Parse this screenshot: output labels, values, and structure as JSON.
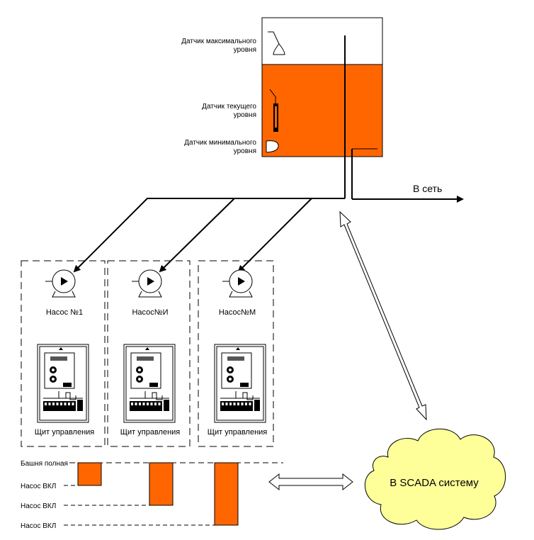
{
  "colors": {
    "water": "#ff6600",
    "stroke": "#000000",
    "cloud_fill": "#ffff99"
  },
  "tank": {
    "sensor_max": [
      "Датчик максимального",
      "уровня"
    ],
    "sensor_current": [
      "Датчик текущего",
      "уровня"
    ],
    "sensor_min": [
      "Датчик минимального",
      "уровня"
    ]
  },
  "outlet_label": "В сеть",
  "pumps": [
    {
      "label": "Насос №1",
      "panel_label": "Щит управления"
    },
    {
      "label": "Насос№И",
      "panel_label": "Щит управления"
    },
    {
      "label": "Насос№М",
      "panel_label": "Щит управления"
    }
  ],
  "timing": {
    "tower_full": "Башня полная",
    "pump_on": [
      "Насос ВКЛ",
      "Насос ВКЛ",
      "Насос ВКЛ"
    ]
  },
  "scada_label": "В SCADA систему"
}
